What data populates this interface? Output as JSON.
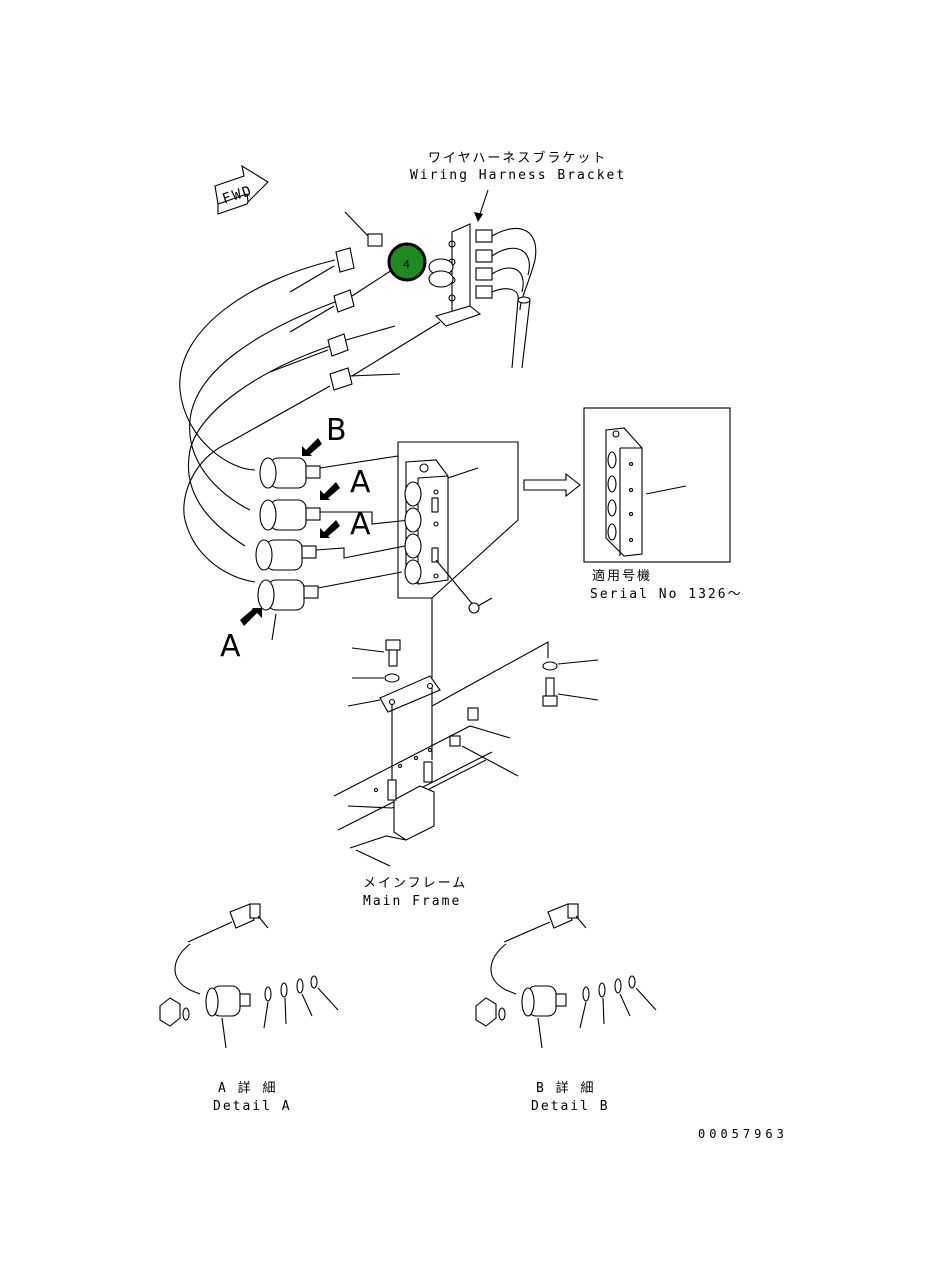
{
  "labels": {
    "fwd": "FWD",
    "bracket_jp": "ワイヤハーネスブラケット",
    "bracket_en": "Wiring Harness Bracket",
    "callout_b": "B",
    "callout_a1": "A",
    "callout_a2": "A",
    "callout_a3": "A",
    "serial_jp": "適用号機",
    "serial_en": "Serial No 1326～",
    "frame_jp": "メインフレーム",
    "frame_en": "Main Frame",
    "detail_a_jp": "A 詳 細",
    "detail_a_en": "Detail A",
    "detail_b_jp": "B 詳 細",
    "detail_b_en": "Detail B",
    "drawing_no": "00057963"
  },
  "marker": {
    "number": "4",
    "color": "#1f8a1f"
  }
}
